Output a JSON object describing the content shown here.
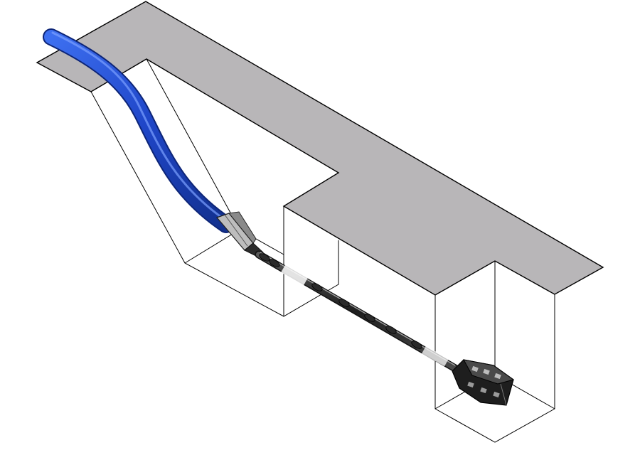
{
  "diagram": {
    "kind": "isometric-illustration",
    "subject": "",
    "components": [
      {
        "name": "ground-surface",
        "color": "#b8b6b8"
      },
      {
        "name": "entry-pit-ramp",
        "color": "#ffffff"
      },
      {
        "name": "mid-pit",
        "color": "#ffffff"
      },
      {
        "name": "exit-pit",
        "color": "#ffffff"
      },
      {
        "name": "blue-hose",
        "color": "#2a4fd0"
      },
      {
        "name": "drill-rod-string",
        "color": "#3a3a3a"
      },
      {
        "name": "reamer-head",
        "color": "#1e1e1e"
      }
    ],
    "labels": []
  }
}
